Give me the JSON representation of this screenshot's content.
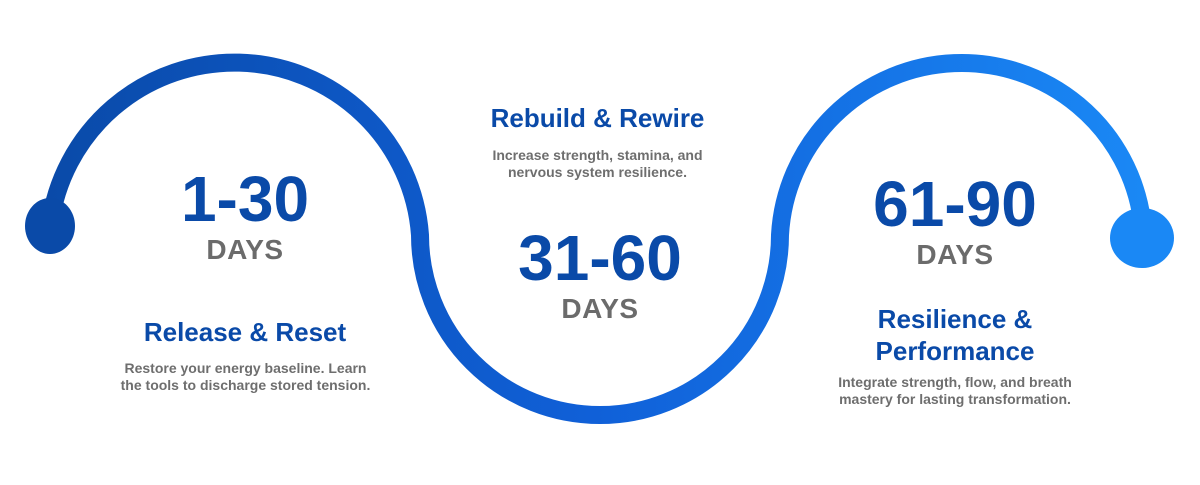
{
  "stages": [
    {
      "range": "1-30",
      "unit": "DAYS",
      "title": "Release & Reset",
      "description": "Restore your energy baseline. Learn the tools to discharge stored tension."
    },
    {
      "range": "31-60",
      "unit": "DAYS",
      "title": "Rebuild & Rewire",
      "description": "Increase strength, stamina, and nervous system resilience."
    },
    {
      "range": "61-90",
      "unit": "DAYS",
      "title": "Resilience & Performance",
      "description": "Integrate strength, flow, and breath mastery for lasting transformation."
    }
  ],
  "colors": {
    "wave_start": "#0a4aa8",
    "wave_mid": "#1060d8",
    "wave_end": "#1a88f5",
    "number": "#0a4aa8",
    "unit": "#6b6b6b",
    "description": "#6e6e6e"
  }
}
